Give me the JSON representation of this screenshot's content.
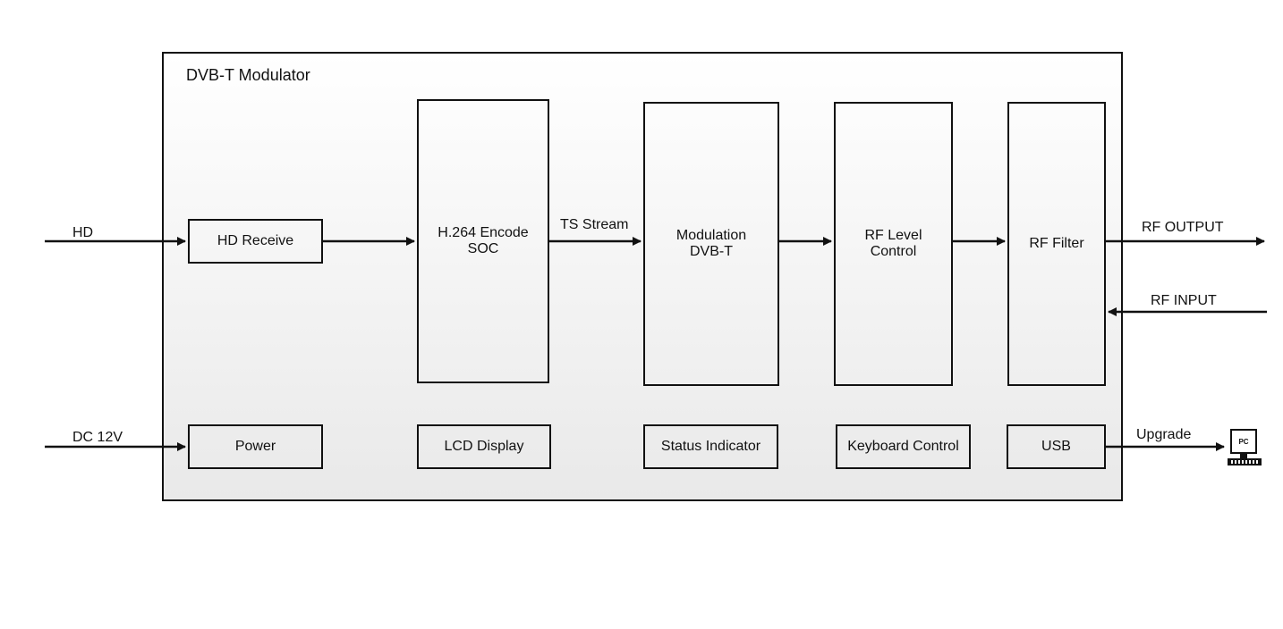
{
  "diagram": {
    "title": "DVB-T Modulator",
    "blocks": {
      "hd_receive": "HD Receive",
      "h264_line1": "H.264 Encode",
      "h264_line2": "SOC",
      "modulation_line1": "Modulation",
      "modulation_line2": "DVB-T",
      "rf_level_line1": "RF Level",
      "rf_level_line2": "Control",
      "rf_filter": "RF Filter",
      "power": "Power",
      "lcd_display": "LCD Display",
      "status_indicator": "Status Indicator",
      "keyboard_control": "Keyboard Control",
      "usb": "USB"
    },
    "signals": {
      "hd_in": "HD",
      "dc_in": "DC 12V",
      "ts_stream": "TS Stream",
      "rf_output": "RF OUTPUT",
      "rf_input": "RF INPUT",
      "upgrade": "Upgrade"
    },
    "pc_label": "PC"
  }
}
